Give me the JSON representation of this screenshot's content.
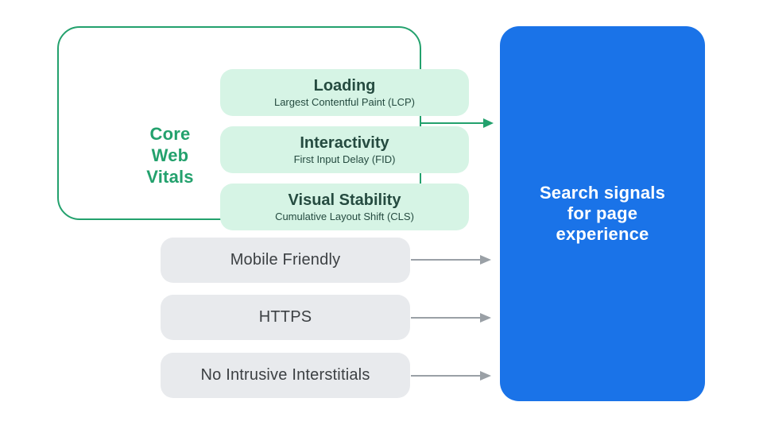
{
  "colors": {
    "green": "#23a16d",
    "mint": "#d6f4e5",
    "card_text": "#254b40",
    "pill_bg": "#e8eaed",
    "pill_text": "#3c4043",
    "arrow_gray": "#9aa0a6",
    "blue": "#1a73e8",
    "result_text": "#ffffff"
  },
  "core_web_vitals": {
    "label_lines": [
      "Core",
      "Web",
      "Vitals"
    ],
    "cards": [
      {
        "title": "Loading",
        "subtitle": "Largest Contentful Paint (LCP)"
      },
      {
        "title": "Interactivity",
        "subtitle": "First Input Delay (FID)"
      },
      {
        "title": "Visual Stability",
        "subtitle": "Cumulative Layout Shift (CLS)"
      }
    ]
  },
  "other_signals": [
    {
      "label": "Mobile Friendly"
    },
    {
      "label": "HTTPS"
    },
    {
      "label": "No Intrusive Interstitials"
    }
  ],
  "result_box": {
    "lines": [
      "Search signals",
      "for page",
      "experience"
    ]
  }
}
